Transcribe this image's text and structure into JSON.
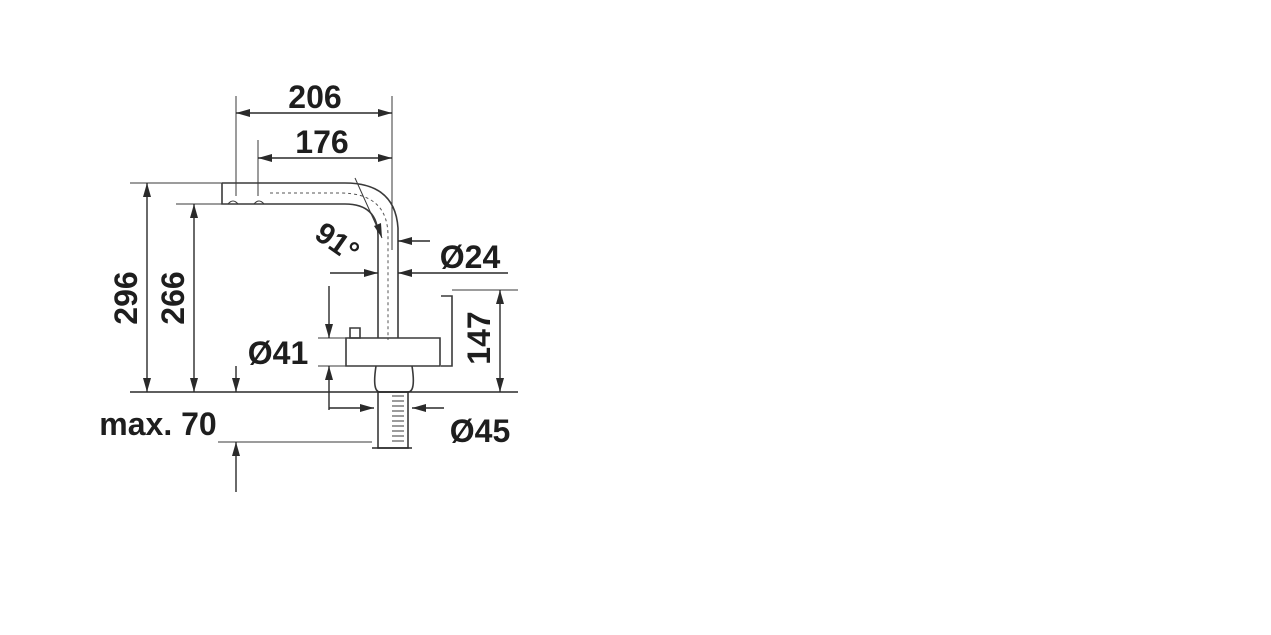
{
  "dimensions": {
    "width_total": "206",
    "width_spout": "176",
    "angle": "91°",
    "spout_diameter": "Ø24",
    "height_total": "296",
    "height_outlet": "266",
    "lever_height": "147",
    "body_diameter": "Ø41",
    "base_diameter": "Ø45",
    "max_thickness": "max. 70"
  }
}
